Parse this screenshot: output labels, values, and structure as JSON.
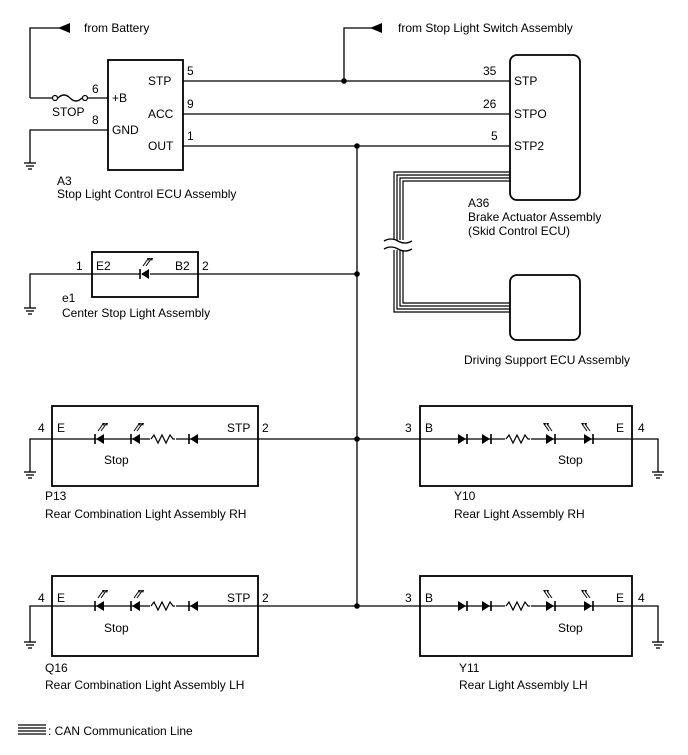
{
  "power_sources": {
    "battery": "from Battery",
    "stop_light_switch": "from Stop Light Switch Assembly"
  },
  "fuse": {
    "label": "STOP"
  },
  "ecu_a3": {
    "code": "A3",
    "name": "Stop Light Control ECU Assembly",
    "pins": {
      "b_plus": {
        "number": "6",
        "label": "+B"
      },
      "gnd": {
        "number": "8",
        "label": "GND"
      },
      "stp": {
        "number": "5",
        "label": "STP"
      },
      "acc": {
        "number": "9",
        "label": "ACC"
      },
      "out": {
        "number": "1",
        "label": "OUT"
      }
    }
  },
  "ecu_a36": {
    "code": "A36",
    "name": "Brake Actuator Assembly",
    "subname": "(Skid Control ECU)",
    "pins": {
      "stp": {
        "number": "35",
        "label": "STP"
      },
      "stpo": {
        "number": "26",
        "label": "STPO"
      },
      "stp2": {
        "number": "5",
        "label": "STP2"
      }
    }
  },
  "driving_support": {
    "name": "Driving Support ECU Assembly"
  },
  "center_stop_light": {
    "code": "e1",
    "name": "Center Stop Light Assembly",
    "pin_left": {
      "number": "1",
      "label": "E2"
    },
    "pin_right": {
      "number": "2",
      "label": "B2"
    }
  },
  "rear_combo_rh": {
    "code": "P13",
    "name": "Rear Combination Light Assembly RH",
    "pin_left": {
      "number": "4",
      "label": "E"
    },
    "pin_right": {
      "number": "2",
      "label": "STP"
    },
    "element": "Stop"
  },
  "rear_light_rh": {
    "code": "Y10",
    "name": "Rear Light Assembly RH",
    "pin_left": {
      "number": "3",
      "label": "B"
    },
    "pin_right": {
      "number": "4",
      "label": "E"
    },
    "element": "Stop"
  },
  "rear_combo_lh": {
    "code": "Q16",
    "name": "Rear Combination Light Assembly LH",
    "pin_left": {
      "number": "4",
      "label": "E"
    },
    "pin_right": {
      "number": "2",
      "label": "STP"
    },
    "element": "Stop"
  },
  "rear_light_lh": {
    "code": "Y11",
    "name": "Rear Light Assembly LH",
    "pin_left": {
      "number": "3",
      "label": "B"
    },
    "pin_right": {
      "number": "4",
      "label": "E"
    },
    "element": "Stop"
  },
  "legend": {
    "can_label": ": CAN Communication Line"
  }
}
